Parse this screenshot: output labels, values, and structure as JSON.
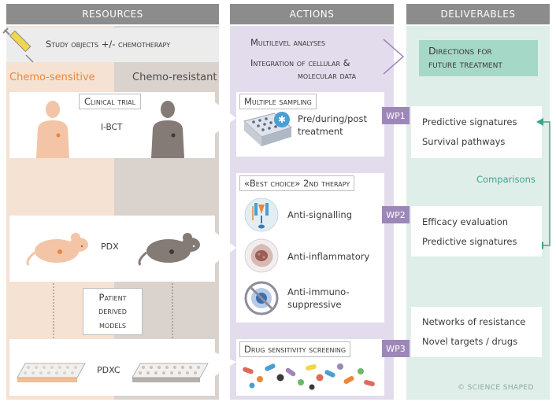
{
  "columns": {
    "resources": "RESOURCES",
    "actions": "ACTIONS",
    "deliverables": "DELIVERABLES"
  },
  "resources": {
    "study_objects": "Study objects +/- chemotherapy",
    "sensitive": "Chemo-sensitive",
    "resistant": "Chemo-resistant",
    "clinical_trial": "Clinical trial",
    "ibct": "I-BCT",
    "pdx": "PDX",
    "patient_models_1": "Patient",
    "patient_models_2": "derived",
    "patient_models_3": "models",
    "pdxc": "PDXC"
  },
  "actions": {
    "multilevel": "Multilevel analyses",
    "integration_1": "Integration of cellular &",
    "integration_2": "molecular data",
    "multiple_sampling": "Multiple sampling",
    "pre_post_1": "Pre/during/post",
    "pre_post_2": "treatment",
    "best_choice": "«Best choice» 2nd therapy",
    "anti_signalling": "Anti-signalling",
    "anti_inflammatory": "Anti-inflammatory",
    "anti_immuno_1": "Anti-immuno-",
    "anti_immuno_2": "suppressive",
    "drug_screening": "Drug sensitivity screening"
  },
  "work_packages": {
    "wp1": "WP1",
    "wp2": "WP2",
    "wp3": "WP3"
  },
  "deliverables": {
    "directions_1": "Directions for",
    "directions_2": "future treatment",
    "predictive_1": "Predictive signatures",
    "survival": "Survival pathways",
    "comparisons": "Comparisons",
    "efficacy": "Efficacy evaluation",
    "predictive_2": "Predictive signatures",
    "networks": "Networks of resistance",
    "targets": "Novel targets / drugs"
  },
  "credit": "© SCIENCE SHAPED",
  "colors": {
    "header": "#8c8c8c",
    "sensitive_bg": "#f6e2d3",
    "resistant_bg": "#d9d2cd",
    "actions_bg": "#e3dced",
    "deliverables_bg": "#dfeee9",
    "accent_orange": "#e9873e",
    "accent_teal": "#3aa58c",
    "wp_purple": "#9d87b8",
    "directions_box": "#a6d8c7"
  },
  "icons": [
    "syringe-icon",
    "female-figure-icon",
    "mouse-icon",
    "cell-plate-icon",
    "signalling-icon",
    "inflamed-cell-icon",
    "immune-cell-icon",
    "pills-icon"
  ]
}
